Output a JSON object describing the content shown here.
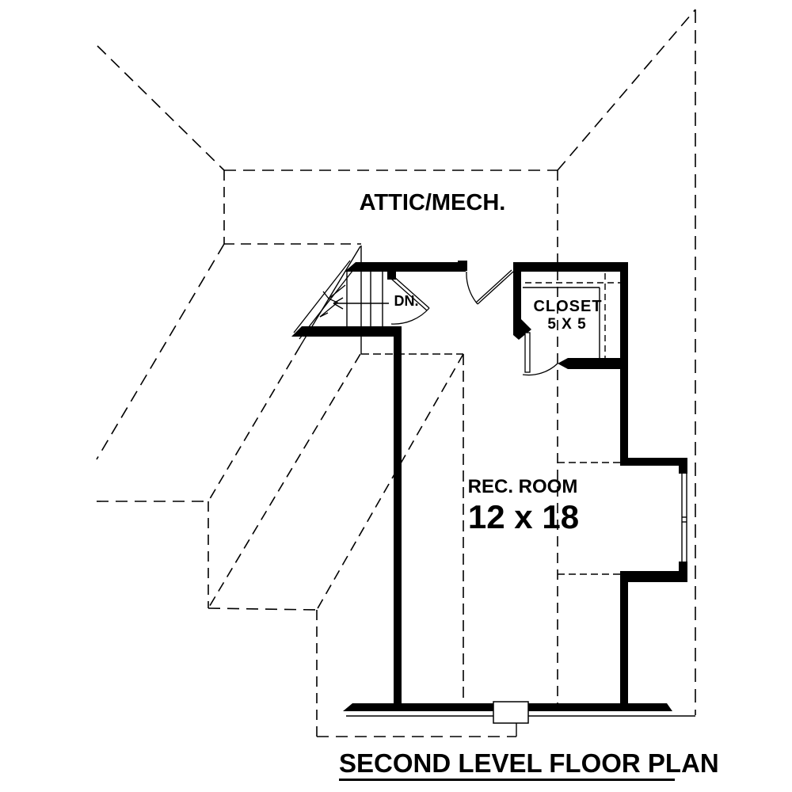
{
  "plan": {
    "title": "SECOND LEVEL FLOOR PLAN",
    "rooms": {
      "attic_label": "ATTIC/MECH.",
      "closet_label": "CLOSET",
      "closet_dimensions": "5 X 5",
      "rec_room_label": "REC. ROOM",
      "rec_room_dimensions": "12 x 18"
    },
    "stair": {
      "direction_label": "DN."
    },
    "colors": {
      "ink": "#000000",
      "paper": "#ffffff"
    }
  }
}
